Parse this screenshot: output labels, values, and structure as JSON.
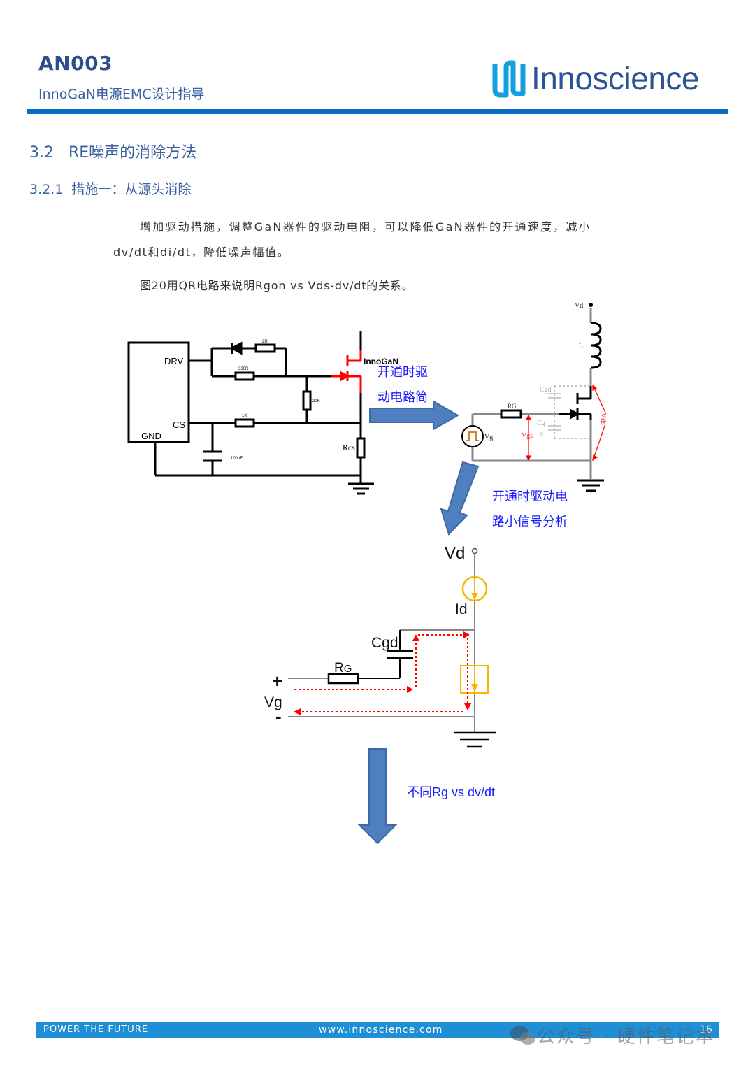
{
  "header": {
    "doc_id": "AN003",
    "doc_subtitle": "InnoGaN电源EMC设计指导",
    "logo_text": "Innoscience",
    "logo_icon": "innoscience-logo-icon",
    "accent_color": "#0a6fc2"
  },
  "section": {
    "heading": "3.2   RE噪声的消除方法",
    "subheading": "3.2.1  措施一：从源头消除"
  },
  "body": {
    "paragraph1_line1": "增加驱动措施，调整GaN器件的驱动电阻，可以降低GaN器件的开通速度，减小",
    "paragraph1_line2": "dv/dt和di/dt，降低噪声幅值。",
    "paragraph2": "图20用QR电路来说明Rgon vs Vds-dv/dt的关系。"
  },
  "figure": {
    "circuit1": {
      "ic_pins": [
        "DRV",
        "CS",
        "GND"
      ],
      "r_2r": "2R",
      "r_330r": "330R",
      "r_20k": "20K",
      "r_1k": "1K",
      "c_100pf": "100pF",
      "rcs": "R",
      "rcs_sub": "CS",
      "device": "InnoGaN"
    },
    "note1_line1": "开通时驱",
    "note1_line2": "动电路简",
    "circuit2": {
      "vd": "Vd",
      "l": "L",
      "rg": "RG",
      "vg": "Vg",
      "vgs": "Vgs",
      "cgd": "Cgd",
      "cgs_top": "Cg",
      "cgs_bottom": "s",
      "vds": "Vds"
    },
    "note2_line1": "开通时驱动电",
    "note2_line2": "路小信号分析",
    "circuit3": {
      "vd": "Vd",
      "id": "Id",
      "cgd": "Cgd",
      "rg": "R",
      "rg_sub": "G",
      "plus": "+",
      "vg": "Vg",
      "minus": "-"
    },
    "note3": "不同Rg vs dv/dt",
    "colors": {
      "arrow_fill": "#4f7fbf",
      "note_text": "#1a1aff",
      "highlight_red": "#ff0000",
      "current_yellow": "#f5b800"
    }
  },
  "footer": {
    "slogan": "POWER THE FUTURE",
    "website": "www.innoscience.com",
    "page_number": "16",
    "watermark": "公众号 · 硬件笔记本",
    "watermark_icon": "wechat-icon"
  }
}
